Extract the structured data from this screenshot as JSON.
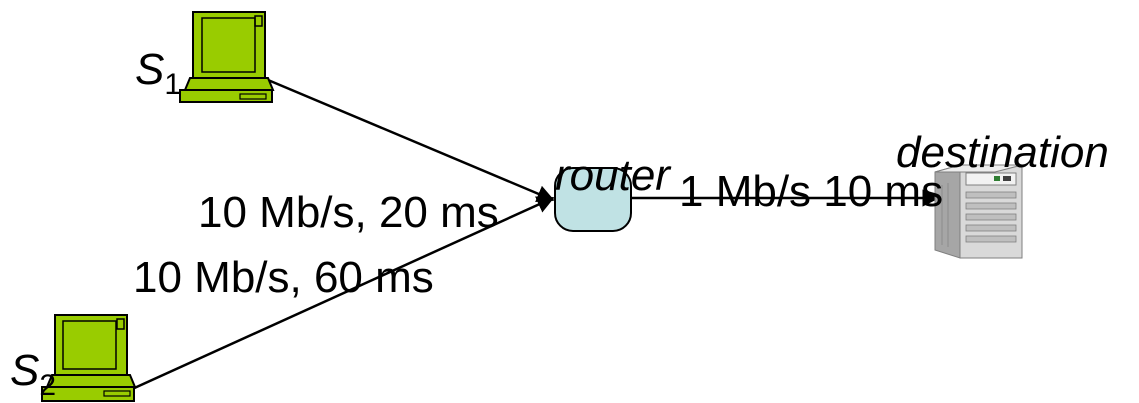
{
  "nodes": {
    "s1": {
      "label": "S",
      "subscript": "1"
    },
    "s2": {
      "label": "S",
      "subscript": "2"
    },
    "router": {
      "label": "router"
    },
    "destination": {
      "label": "destination"
    }
  },
  "links": {
    "s1_router": {
      "label": "10 Mb/s, 20 ms"
    },
    "s2_router": {
      "label": "10 Mb/s, 60 ms"
    },
    "router_dest": {
      "label": "1 Mb/s 10 ms"
    }
  },
  "colors": {
    "laptop_body": "#99cc00",
    "laptop_outline": "#000000",
    "router_fill": "#c0e2e4",
    "server_body": "#d9d9d9",
    "line": "#000000"
  }
}
